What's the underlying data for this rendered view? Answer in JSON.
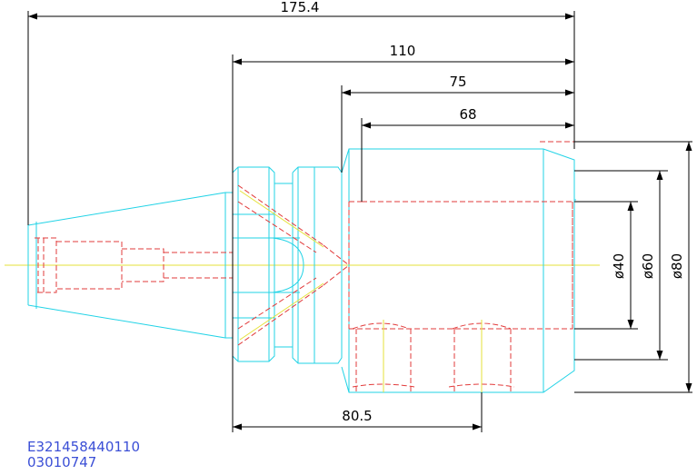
{
  "colors": {
    "outline": "#22d3e6",
    "hidden": "#e23b3b",
    "centerline": "#e6e23a",
    "dimension": "#000000",
    "part_code": "#3b4fd6",
    "background": "#ffffff"
  },
  "dimensions": {
    "overall_length": "175.4",
    "length_110": "110",
    "length_75": "75",
    "length_68": "68",
    "length_80_5": "80.5",
    "dia_40": "ø40",
    "dia_60": "ø60",
    "dia_80": "ø80"
  },
  "part_codes": {
    "code_1": "E321458440110",
    "code_2": "03010747"
  }
}
